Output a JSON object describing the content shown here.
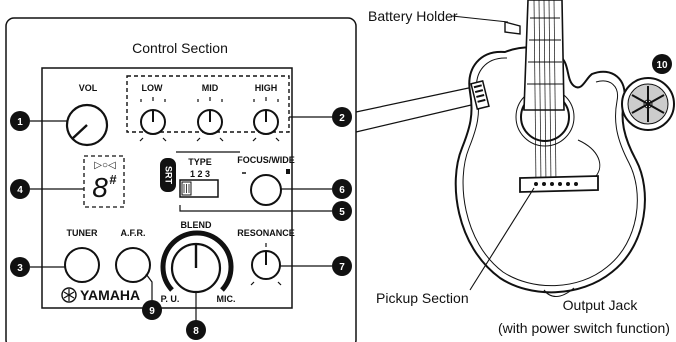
{
  "panel": {
    "title": "Control Section",
    "vol": "VOL",
    "low": "LOW",
    "mid": "MID",
    "high": "HIGH",
    "type": "TYPE",
    "type_positions": "1 2 3",
    "focus_wide": "FOCUS/WIDE",
    "srt": "SRT",
    "tuner_display": "8",
    "tuner_sharp": "#",
    "tuner_indicators": "▷○◁",
    "tuner": "TUNER",
    "afr": "A.F.R.",
    "blend": "BLEND",
    "pu": "P. U.",
    "mic": "MIC.",
    "resonance": "RESONANCE",
    "brand": "YAMAHA",
    "brand_icon": "yamaha-tuning-fork-icon"
  },
  "callouts": {
    "n1": "1",
    "n2": "2",
    "n3": "3",
    "n4": "4",
    "n5": "5",
    "n6": "6",
    "n7": "7",
    "n8": "8",
    "n9": "9",
    "n10": "10"
  },
  "guitar": {
    "battery_holder": "Battery Holder",
    "pickup_section": "Pickup Section",
    "output_jack": "Output Jack",
    "output_jack_note": "(with power switch function)"
  },
  "colors": {
    "ink": "#111111",
    "badge": "#111111",
    "background": "#ffffff"
  }
}
